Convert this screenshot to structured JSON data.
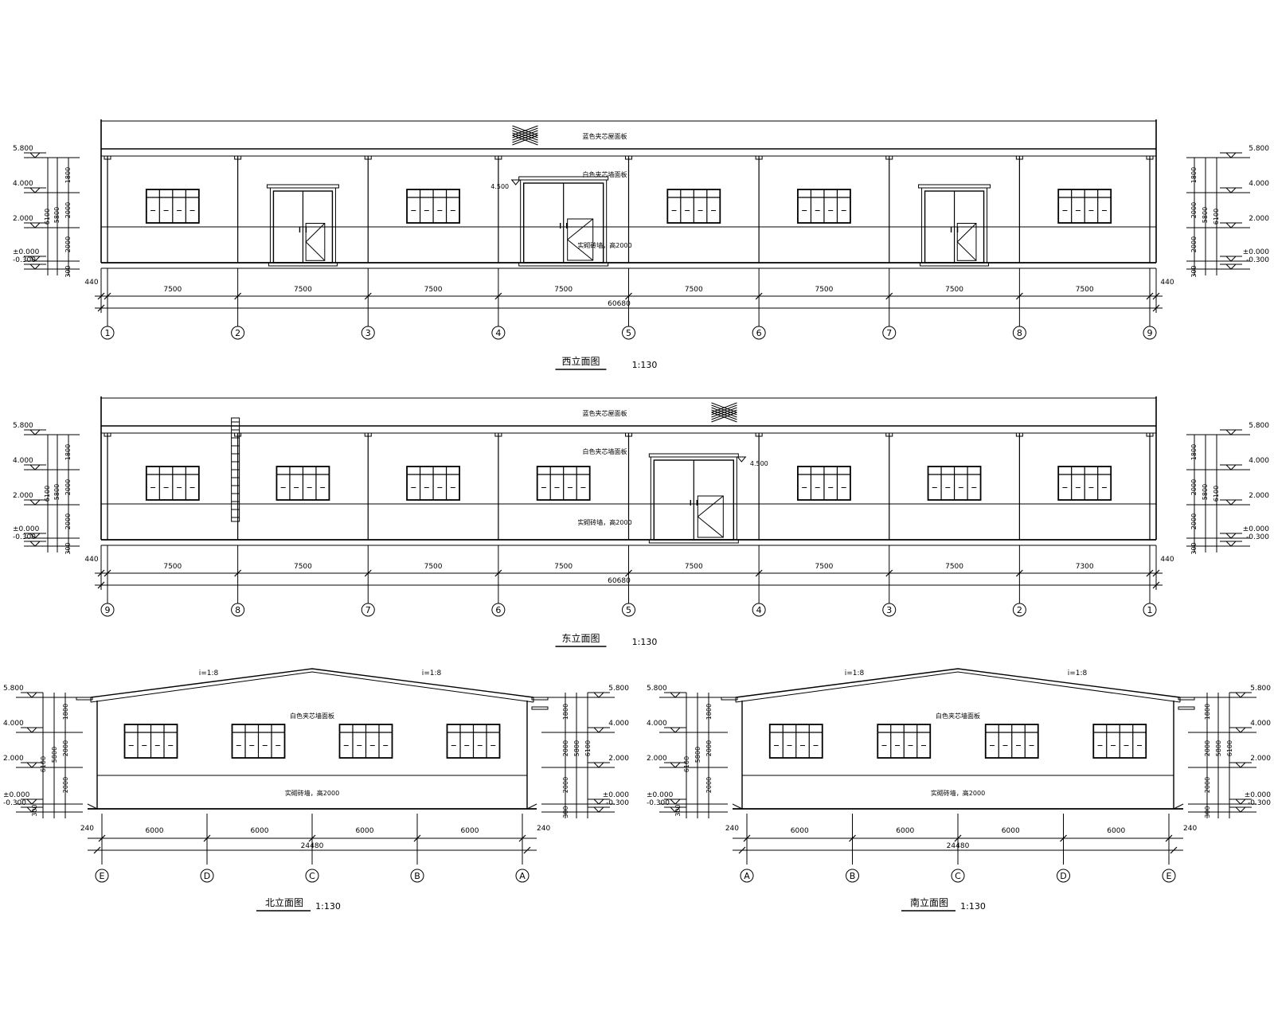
{
  "drawings": [
    {
      "key": "west",
      "title": "西立面图",
      "scale": "1:130",
      "roof_note": "蓝色夹芯屋面板",
      "wall_note": "白色夹芯墙面板",
      "base_note": "实砌砖墙，高2000",
      "door_level": "4.500",
      "bays": [
        "7500",
        "7500",
        "7500",
        "7500",
        "7500",
        "7500",
        "7500",
        "7500"
      ],
      "edge_left": "440",
      "edge_right": "440",
      "overall": "60680",
      "axes": [
        "1",
        "2",
        "3",
        "4",
        "5",
        "6",
        "7",
        "8",
        "9"
      ],
      "window_bays": [
        0,
        2,
        4,
        5,
        7
      ],
      "small_door_bays": [
        1,
        6
      ],
      "main_door_bay": 3,
      "has_ladder": false,
      "hatch_on_right": false
    },
    {
      "key": "east",
      "title": "东立面图",
      "scale": "1:130",
      "roof_note": "蓝色夹芯屋面板",
      "wall_note": "白色夹芯墙面板",
      "base_note": "实砌砖墙，高2000",
      "door_level": "4.500",
      "bays": [
        "7500",
        "7500",
        "7500",
        "7500",
        "7500",
        "7500",
        "7500",
        "7300"
      ],
      "edge_left": "440",
      "edge_right": "440",
      "overall": "60680",
      "axes": [
        "9",
        "8",
        "7",
        "6",
        "5",
        "4",
        "3",
        "2",
        "1"
      ],
      "window_bays": [
        0,
        1,
        2,
        3,
        5,
        6,
        7
      ],
      "small_door_bays": [],
      "main_door_bay": 4,
      "has_ladder": true,
      "hatch_on_right": true
    }
  ],
  "gables": [
    {
      "key": "north",
      "title": "北立面图",
      "scale": "1:130",
      "wall_note": "白色夹芯墙面板",
      "base_note": "实砌砖墙，高2000",
      "slope": "i=1:8",
      "bays": [
        "6000",
        "6000",
        "6000",
        "6000"
      ],
      "edge": "240",
      "overall": "24480",
      "axes": [
        "E",
        "D",
        "C",
        "B",
        "A"
      ]
    },
    {
      "key": "south",
      "title": "南立面图",
      "scale": "1:130",
      "wall_note": "白色夹芯墙面板",
      "base_note": "实砌砖墙，高2000",
      "slope": "i=1:8",
      "bays": [
        "6000",
        "6000",
        "6000",
        "6000"
      ],
      "edge": "240",
      "overall": "24480",
      "axes": [
        "A",
        "B",
        "C",
        "D",
        "E"
      ]
    }
  ],
  "levels": [
    "5.800",
    "4.000",
    "2.000",
    "±0.000",
    "-0.300"
  ],
  "height_dims": {
    "segments": [
      "1800",
      "2000",
      "2000",
      "300"
    ],
    "mid": "5800",
    "total": "6100"
  }
}
